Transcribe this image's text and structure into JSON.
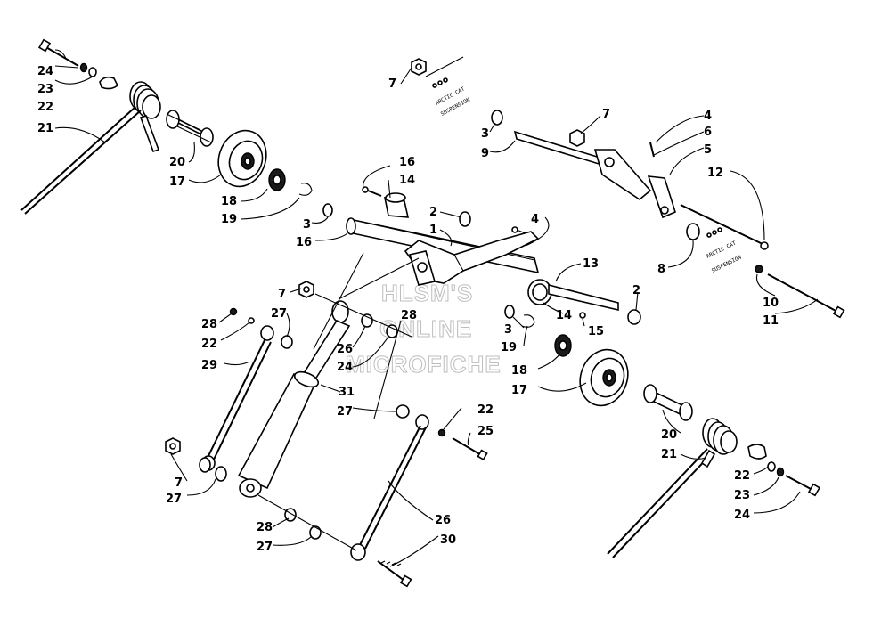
{
  "diagram": {
    "callouts": [
      {
        "id": "c-24-a",
        "text": "24"
      },
      {
        "id": "c-23-a",
        "text": "23"
      },
      {
        "id": "c-22-a",
        "text": "22"
      },
      {
        "id": "c-21-a",
        "text": "21"
      },
      {
        "id": "c-20-a",
        "text": "20"
      },
      {
        "id": "c-17-a",
        "text": "17"
      },
      {
        "id": "c-18-a",
        "text": "18"
      },
      {
        "id": "c-19-a",
        "text": "19"
      },
      {
        "id": "c-3-a",
        "text": "3"
      },
      {
        "id": "c-16-a",
        "text": "16"
      },
      {
        "id": "c-16-b",
        "text": "16"
      },
      {
        "id": "c-14-a",
        "text": "14"
      },
      {
        "id": "c-2-a",
        "text": "2"
      },
      {
        "id": "c-1",
        "text": "1"
      },
      {
        "id": "c-4-a",
        "text": "4"
      },
      {
        "id": "c-7-a",
        "text": "7"
      },
      {
        "id": "c-3-b",
        "text": "3"
      },
      {
        "id": "c-9",
        "text": "9"
      },
      {
        "id": "c-7-b",
        "text": "7"
      },
      {
        "id": "c-4-b",
        "text": "4"
      },
      {
        "id": "c-6",
        "text": "6"
      },
      {
        "id": "c-5",
        "text": "5"
      },
      {
        "id": "c-12",
        "text": "12"
      },
      {
        "id": "c-8",
        "text": "8"
      },
      {
        "id": "c-10",
        "text": "10"
      },
      {
        "id": "c-11",
        "text": "11"
      },
      {
        "id": "c-13",
        "text": "13"
      },
      {
        "id": "c-2-b",
        "text": "2"
      },
      {
        "id": "c-14-b",
        "text": "14"
      },
      {
        "id": "c-15",
        "text": "15"
      },
      {
        "id": "c-3-c",
        "text": "3"
      },
      {
        "id": "c-19-b",
        "text": "19"
      },
      {
        "id": "c-18-b",
        "text": "18"
      },
      {
        "id": "c-17-b",
        "text": "17"
      },
      {
        "id": "c-7-c",
        "text": "7"
      },
      {
        "id": "c-28-a",
        "text": "28"
      },
      {
        "id": "c-27-a",
        "text": "27"
      },
      {
        "id": "c-28-b",
        "text": "28"
      },
      {
        "id": "c-22-b",
        "text": "22"
      },
      {
        "id": "c-29",
        "text": "29"
      },
      {
        "id": "c-26-a",
        "text": "26"
      },
      {
        "id": "c-24-b",
        "text": "24"
      },
      {
        "id": "c-31",
        "text": "31"
      },
      {
        "id": "c-27-b",
        "text": "27"
      },
      {
        "id": "c-22-c",
        "text": "22"
      },
      {
        "id": "c-25",
        "text": "25"
      },
      {
        "id": "c-7-d",
        "text": "7"
      },
      {
        "id": "c-27-c",
        "text": "27"
      },
      {
        "id": "c-28-c",
        "text": "28"
      },
      {
        "id": "c-27-d",
        "text": "27"
      },
      {
        "id": "c-26-b",
        "text": "26"
      },
      {
        "id": "c-30",
        "text": "30"
      },
      {
        "id": "c-20-b",
        "text": "20"
      },
      {
        "id": "c-21-b",
        "text": "21"
      },
      {
        "id": "c-22-d",
        "text": "22"
      },
      {
        "id": "c-23-b",
        "text": "23"
      },
      {
        "id": "c-24-c",
        "text": "24"
      }
    ],
    "watermark": {
      "line1": "HLSM'S",
      "line2": "ONLINE",
      "line3": "MICROFICHE"
    },
    "decals": {
      "left_line1": "ARCTIC CAT",
      "left_line2": "SUSPENSION",
      "right_line1": "ARCTIC CAT",
      "right_line2": "SUSPENSION"
    }
  }
}
